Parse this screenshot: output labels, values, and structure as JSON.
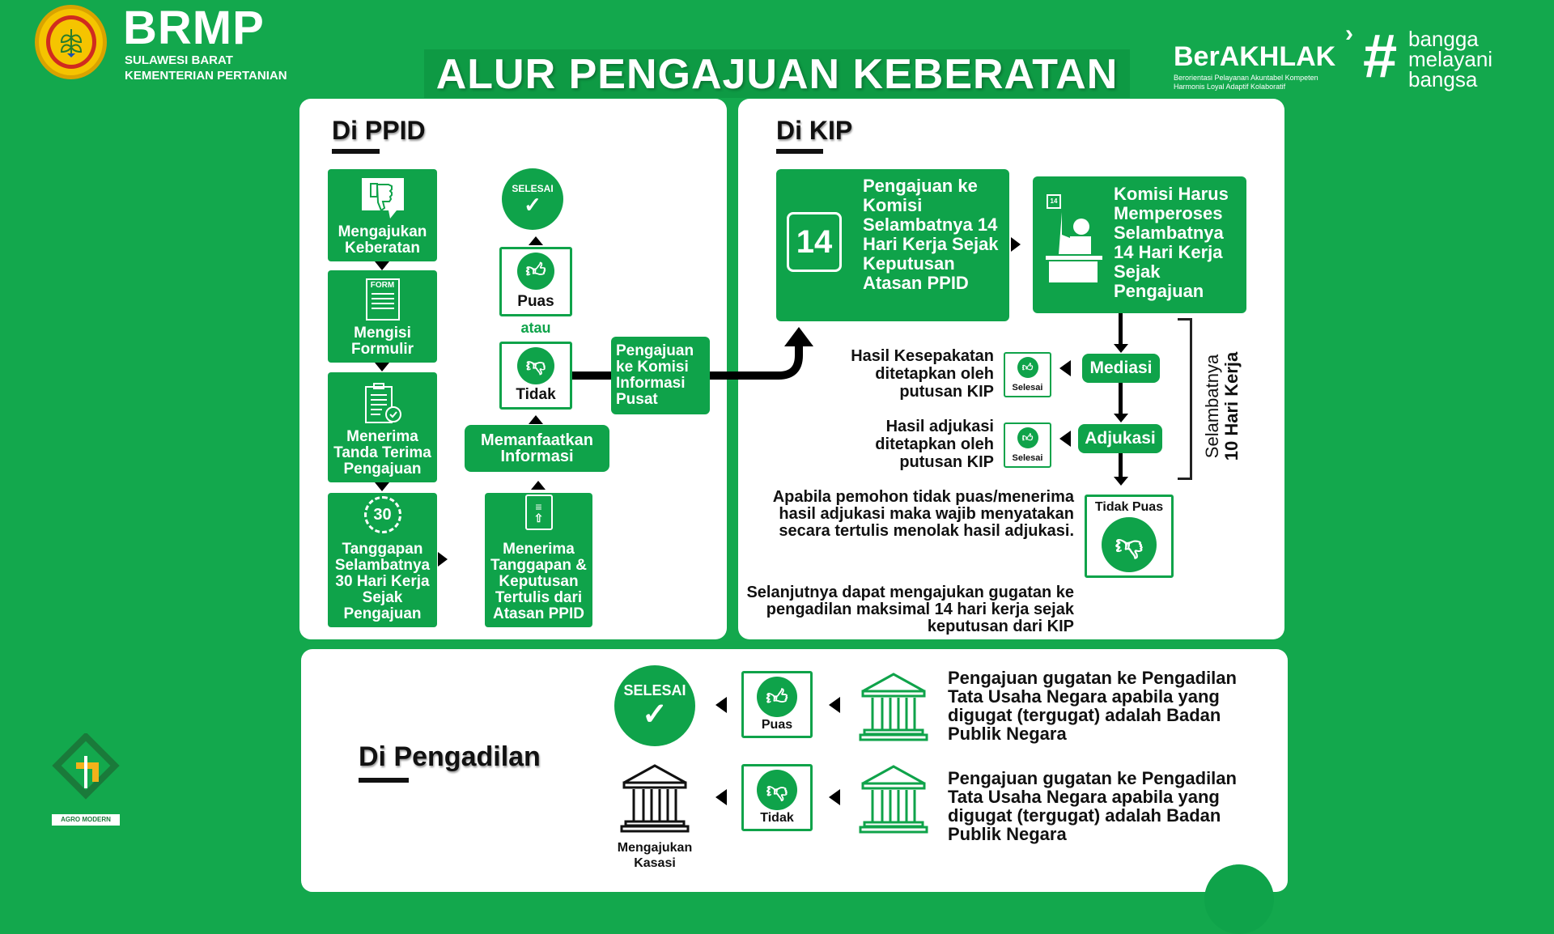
{
  "header": {
    "org_name": "BRMP",
    "org_region": "SULAWESI BARAT",
    "org_ministry": "KEMENTERIAN PERTANIAN",
    "title": "ALUR PENGAJUAN KEBERATAN",
    "berakhlak": "BerAKHLAK",
    "berakhlak_sub1": "Berorientasi Pelayanan Akuntabel Kompeten",
    "berakhlak_sub2": "Harmonis Loyal Adaptif Kolaboratif",
    "slogan": [
      "bangga",
      "melayani",
      "bangsa"
    ]
  },
  "ppid": {
    "heading": "Di PPID",
    "steps": [
      "Mengajukan Keberatan",
      "Mengisi Formulir",
      "Menerima Tanda Terima Pengajuan",
      "Tanggapan Selambatnya 30 Hari Kerja Sejak Pengajuan"
    ],
    "form_label": "FORM",
    "days30": "30",
    "done": "SELESAI",
    "puas": "Puas",
    "atau": "atau",
    "tidak": "Tidak",
    "memanfaatkan": "Memanfaatkan Informasi",
    "menerima_tanggapan": "Menerima Tanggapan & Keputusan Tertulis dari Atasan PPID",
    "ke_komisi": "Pengajuan ke Komisi Informasi Pusat"
  },
  "kip": {
    "heading": "Di KIP",
    "box_a_num": "14",
    "box_a": "Pengajuan ke Komisi Selambatnya 14 Hari Kerja Sejak Keputusan Atasan PPID",
    "box_b_cal": "14",
    "box_b": "Komisi Harus Memperoses Selambatnya 14 Hari Kerja Sejak Pengajuan",
    "mediasi": "Mediasi",
    "adjukasi": "Adjukasi",
    "selesai": "Selesai",
    "mediasi_result": "Hasil Kesepakatan ditetapkan oleh putusan KIP",
    "adjukasi_result": "Hasil adjukasi ditetapkan oleh putusan KIP",
    "duration_1": "Selambatnya",
    "duration_2": "10 Hari Kerja",
    "tidak_puas": "Tidak Puas",
    "note1": "Apabila pemohon tidak puas/menerima hasil adjukasi maka wajib menyatakan secara tertulis menolak hasil adjukasi.",
    "note2": "Selanjutnya dapat mengajukan gugatan ke pengadilan maksimal 14 hari kerja sejak keputusan dari KIP"
  },
  "court": {
    "heading": "Di Pengadilan",
    "done": "SELESAI",
    "puas": "Puas",
    "tidak": "Tidak",
    "kasasi": "Mengajukan Kasasi",
    "text1": "Pengajuan gugatan ke Pengadilan Tata Usaha Negara apabila yang digugat (tergugat) adalah Badan Publik Negara",
    "text2": "Pengajuan gugatan ke Pengadilan Tata Usaha Negara apabila yang digugat (tergugat) adalah Badan Publik Negara"
  },
  "footer": {
    "agro": "AGRO MODERN"
  },
  "colors": {
    "background": "#13a84d",
    "box": "#0fa34a"
  }
}
